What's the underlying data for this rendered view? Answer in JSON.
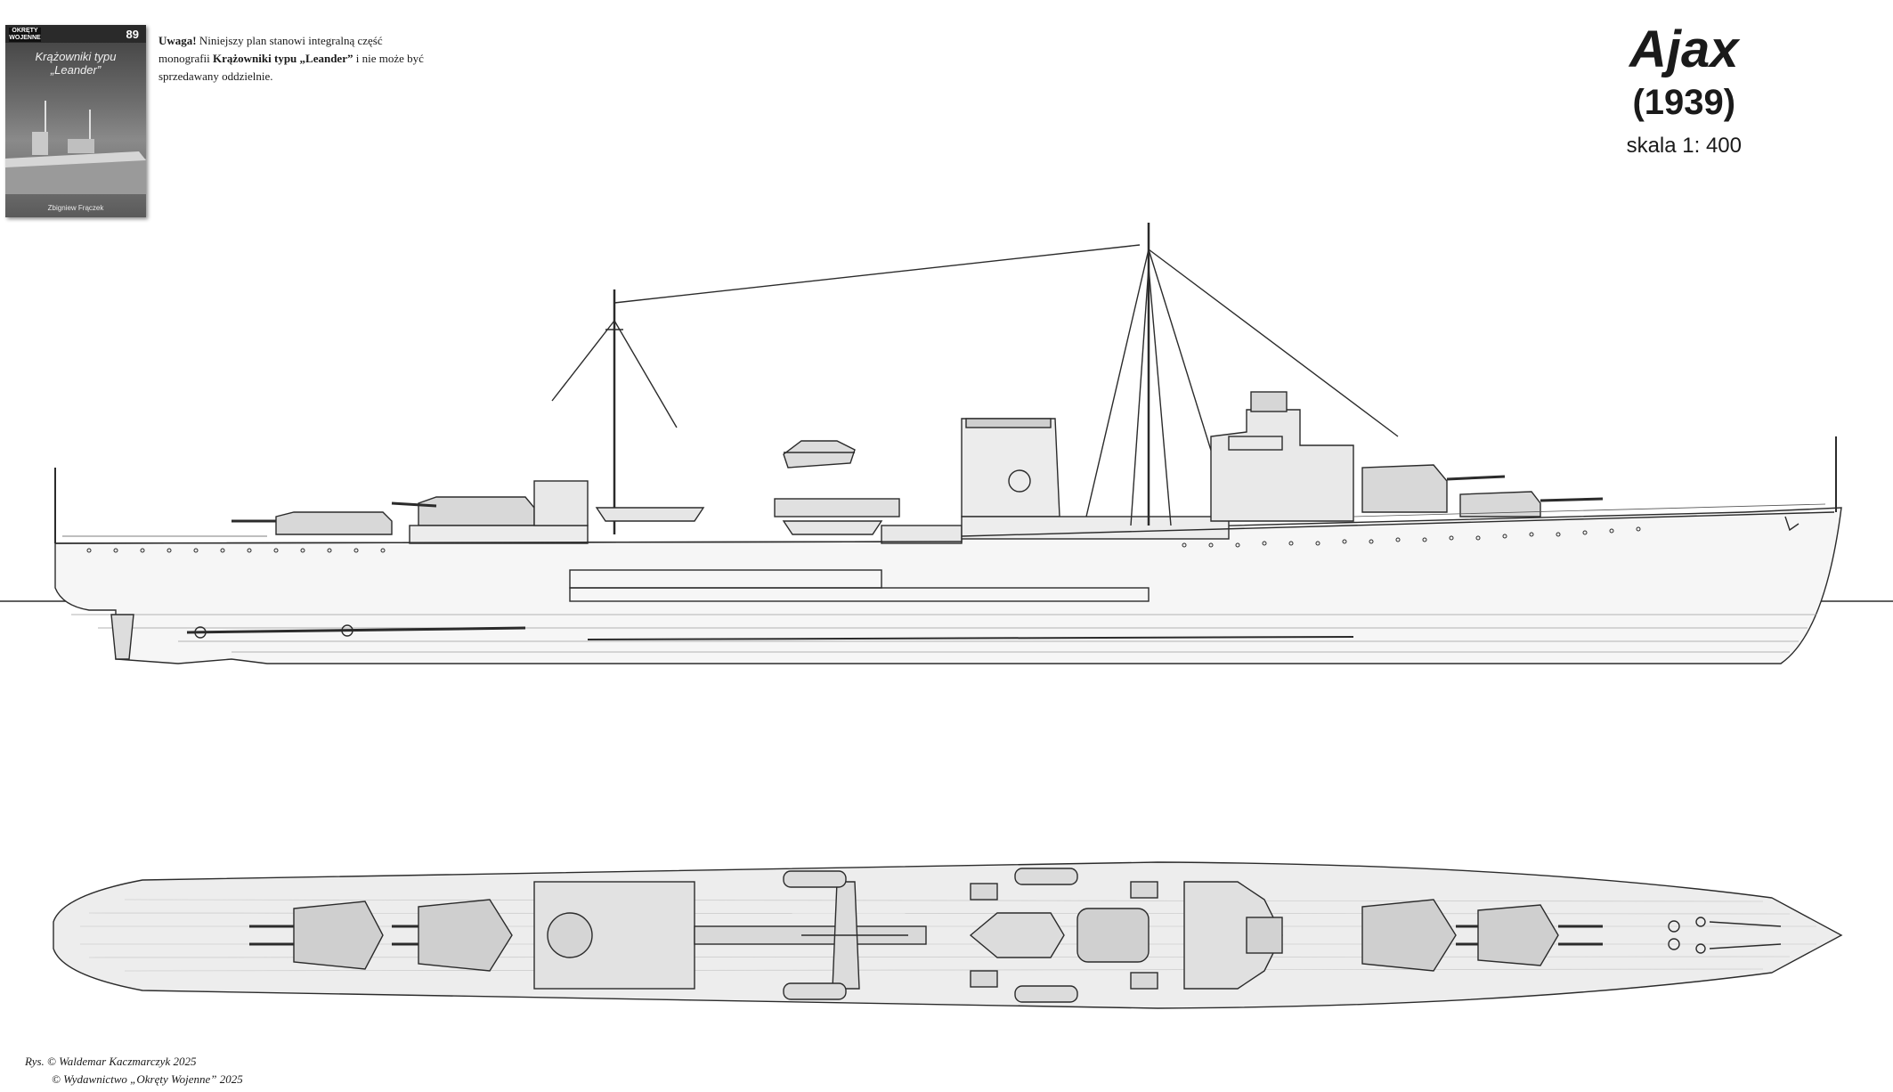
{
  "cover": {
    "logo": "OKRĘTY WOJENNE",
    "issue": "89",
    "title_line1": "Krążowniki typu",
    "title_line2": "„Leander”",
    "author": "Zbigniew Frączek"
  },
  "notice": {
    "label": "Uwaga!",
    "text1": " Niniejszy plan stanowi integralną część monografii ",
    "book": "Krążowniki typu „Leander”",
    "text2": " i nie może być sprzedawany oddzielnie."
  },
  "title": {
    "name": "Ajax",
    "year": "(1939)",
    "scale": "skala 1: 400"
  },
  "credits": {
    "line1": "Rys. ©  Waldemar Kaczmarczyk 2025",
    "line2": "© Wydawnictwo „Okręty Wojenne” 2025"
  },
  "colors": {
    "line": "#2b2b2b",
    "deck": "#cfcfcf",
    "turret": "#bdbdbd",
    "hull": "#f4f4f4"
  }
}
